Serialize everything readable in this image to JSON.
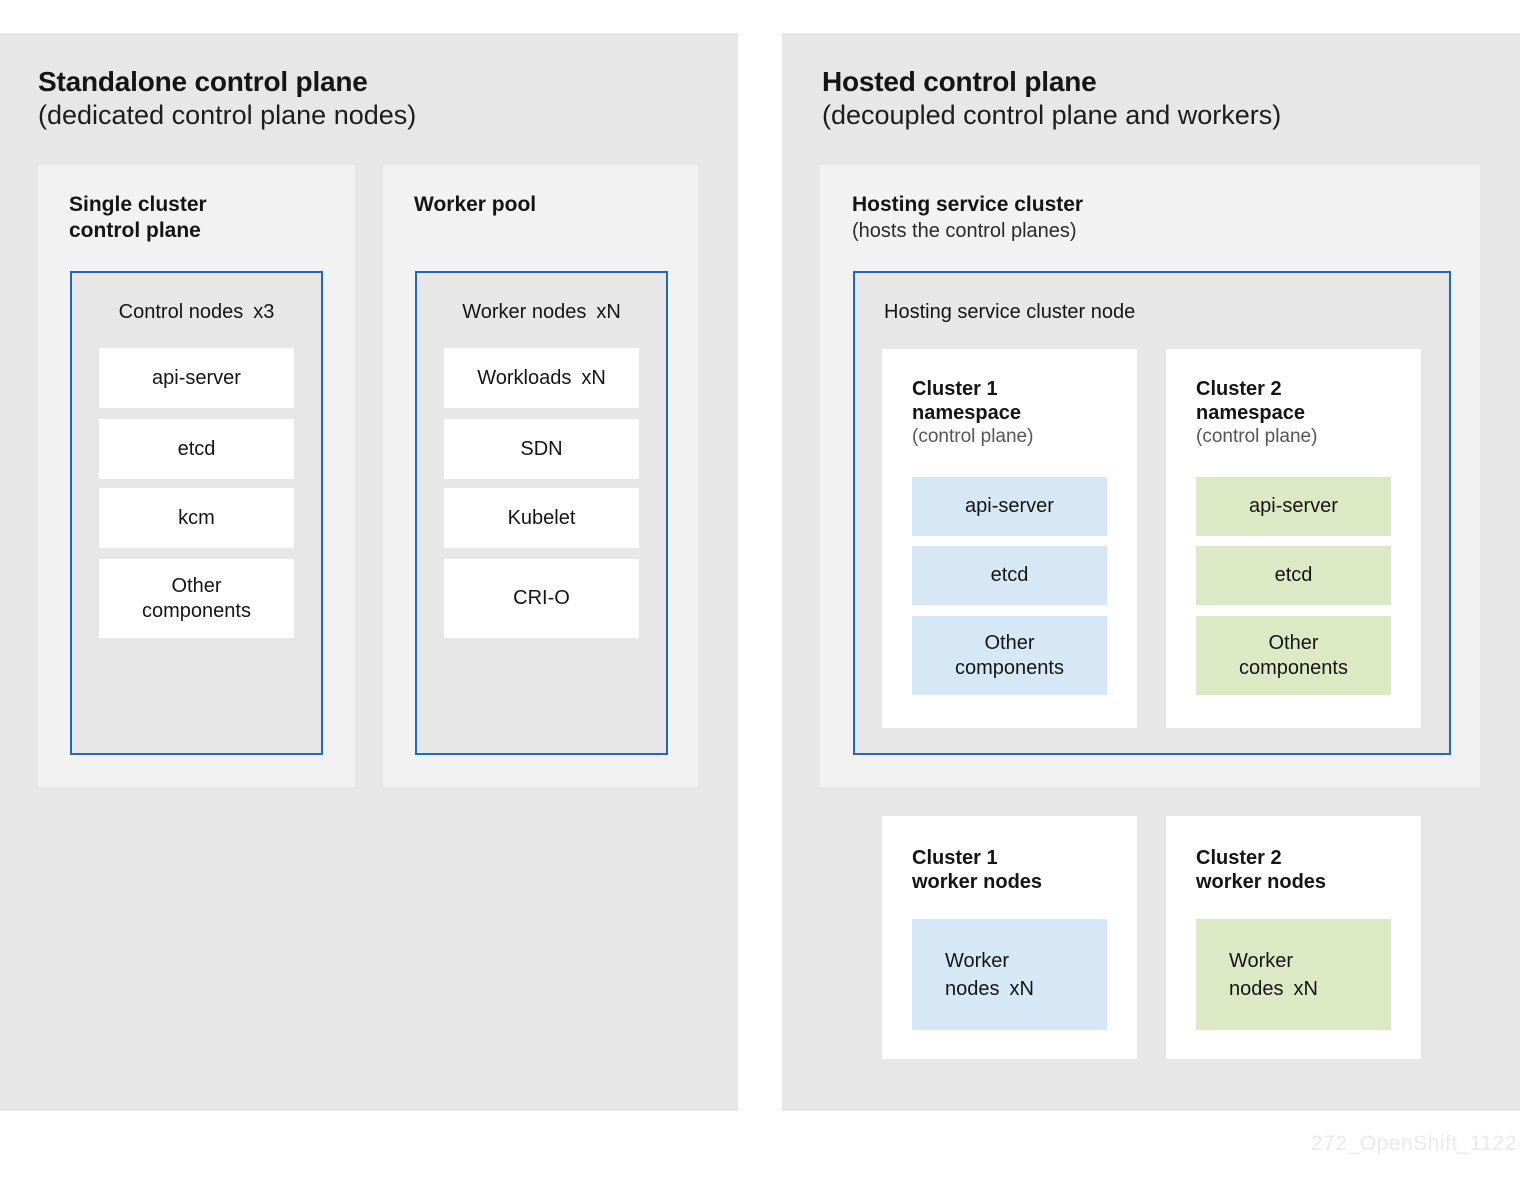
{
  "colors": {
    "panel_bg": "#e7e7e7",
    "subpanel_bg": "#f2f2f2",
    "card_bg": "#ffffff",
    "node_border_blue": "#1e69be",
    "cluster1_accent": "#d6e7f5",
    "cluster2_accent": "#dde9c4",
    "text": "#151515",
    "muted_text": "#555555",
    "watermark": "#eaeaea"
  },
  "watermark": "272_OpenShift_1122",
  "standalone": {
    "title": "Standalone control plane",
    "subtitle": "(dedicated control plane nodes)",
    "single_cluster": {
      "title": "Single cluster\ncontrol plane",
      "node_label": "Control nodes x3",
      "components": [
        "api-server",
        "etcd",
        "kcm",
        "Other\ncomponents"
      ]
    },
    "worker_pool": {
      "title": "Worker pool",
      "node_label": "Worker nodes xN",
      "components": [
        "Workloads xN",
        "SDN",
        "Kubelet",
        "CRI-O"
      ]
    }
  },
  "hosted": {
    "title": "Hosted control plane",
    "subtitle": "(decoupled control plane and workers)",
    "hosting_cluster": {
      "title": "Hosting service cluster",
      "subtitle": "(hosts the control planes)",
      "node_label": "Hosting service cluster node",
      "namespaces": [
        {
          "title": "Cluster 1\nnamespace",
          "subtitle": "(control plane)",
          "components": [
            "api-server",
            "etcd",
            "Other\ncomponents"
          ],
          "accent": "#d6e7f5"
        },
        {
          "title": "Cluster 2\nnamespace",
          "subtitle": "(control plane)",
          "components": [
            "api-server",
            "etcd",
            "Other\ncomponents"
          ],
          "accent": "#dde9c4"
        }
      ]
    },
    "workers": [
      {
        "title": "Cluster 1\nworker nodes",
        "label": "Worker\nnodes xN",
        "accent": "#d6e7f5"
      },
      {
        "title": "Cluster 2\nworker nodes",
        "label": "Worker\nnodes xN",
        "accent": "#dde9c4"
      }
    ]
  }
}
